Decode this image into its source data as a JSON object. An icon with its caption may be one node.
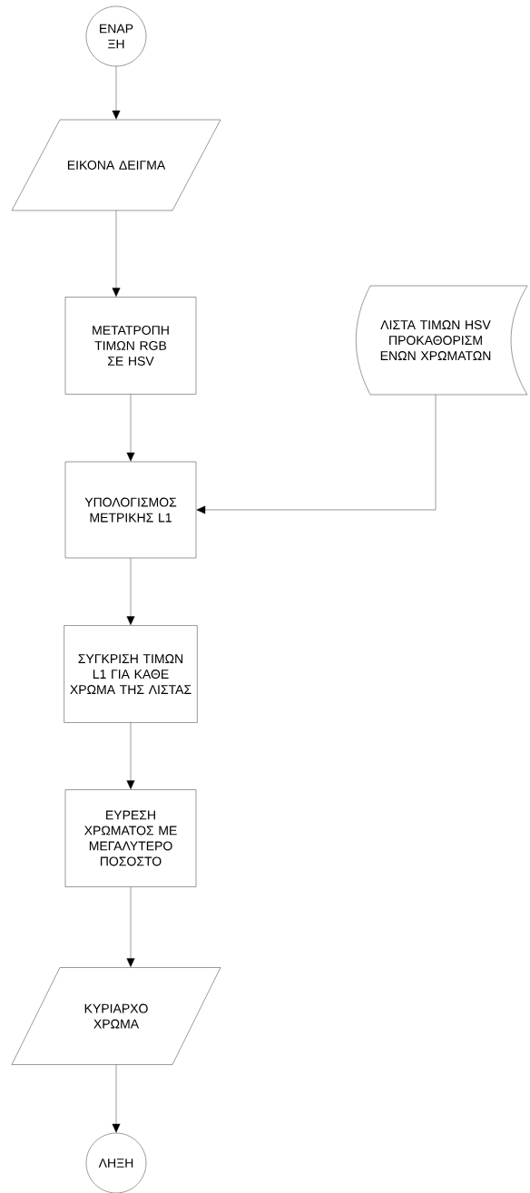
{
  "diagram": {
    "nodes": [
      {
        "text": [
          "ΕΝΑΡ ΞΗ"
        ]
      },
      {
        "text": [
          "ΕΙΚΟΝΑ ΔΕΙΓΜΑ"
        ]
      },
      {
        "text": [
          "ΜΕΤΑΤΡΟΠΗ ΤΙΜΩΝ RGB ΣΕ HSV"
        ]
      },
      {
        "text": [
          "ΛΙΣΤΑ ΤΙΜΩΝ HSV ΠΡΟΚΑΘΟΡΙΣΜ ΕΝΩΝ ΧΡΩΜΑΤΩΝ"
        ]
      },
      {
        "text": [
          "ΥΠΟΛΟΓΙΣΜΟΣ ΜΕΤΡΙΚΗΣ L1"
        ]
      },
      {
        "text": [
          "ΣΥΓΚΡΙΣΗ ΤΙΜΩΝ L1 ΓΙΑ ΚΑΘΕ ΧΡΩΜΑ ΤΗΣ ΛΙΣΤΑΣ"
        ]
      },
      {
        "text": [
          "ΕΥΡΕΣΗ ΧΡΩΜΑΤΟΣ ΜΕ ΜΕΓΑΛΥΤΕΡΟ ΠΟΣΟΣΤΟ"
        ]
      },
      {
        "text": [
          "ΚΥΡΙΑΡΧΟ ΧΡΩΜΑ"
        ]
      },
      {
        "text": [
          "ΛΗΞΗ"
        ]
      }
    ],
    "edges": [
      {
        "from": 0,
        "to": 1,
        "arrow": "to"
      },
      {
        "from": 1,
        "to": 2,
        "arrow": "to"
      },
      {
        "from": 2,
        "to": 4,
        "arrow": "to"
      },
      {
        "from": 3,
        "to": 4,
        "arrow": "to"
      },
      {
        "from": 4,
        "to": 5,
        "arrow": "to"
      },
      {
        "from": 5,
        "to": 6,
        "arrow": "to"
      },
      {
        "from": 6,
        "to": 7,
        "arrow": "to"
      },
      {
        "from": 7,
        "to": 8,
        "arrow": "to"
      }
    ]
  }
}
